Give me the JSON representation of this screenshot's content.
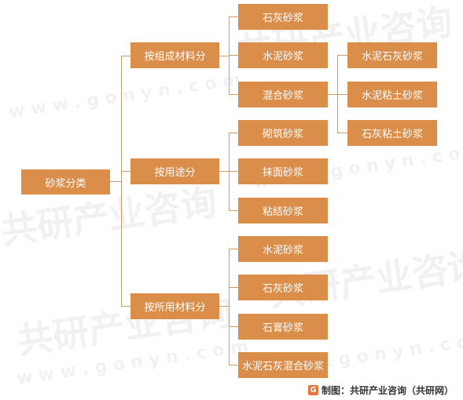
{
  "root": {
    "label": "砂浆分类"
  },
  "categories": [
    {
      "label": "按组成材料分",
      "children": [
        {
          "label": "石灰砂浆"
        },
        {
          "label": "水泥砂浆"
        },
        {
          "label": "混合砂浆",
          "children": [
            {
              "label": "水泥石灰砂浆"
            },
            {
              "label": "水泥粘土砂浆"
            },
            {
              "label": "石灰粘土砂浆"
            }
          ]
        }
      ]
    },
    {
      "label": "按用途分",
      "children": [
        {
          "label": "砌筑砂浆"
        },
        {
          "label": "抹面砂浆"
        },
        {
          "label": "粘结砂浆"
        }
      ]
    },
    {
      "label": "按所用材料分",
      "children": [
        {
          "label": "水泥砂浆"
        },
        {
          "label": "石灰砂浆"
        },
        {
          "label": "石膏砂浆"
        },
        {
          "label": "水泥石灰混合砂浆"
        }
      ]
    }
  ],
  "watermark": {
    "brand": "共研产业咨询",
    "url": "w w w . g o n y n . c o m"
  },
  "source": {
    "logo": "G",
    "text": "制图：共研产业咨询（共研网）"
  },
  "colors": {
    "node": "#db8d4a",
    "line": "#d69a66"
  }
}
